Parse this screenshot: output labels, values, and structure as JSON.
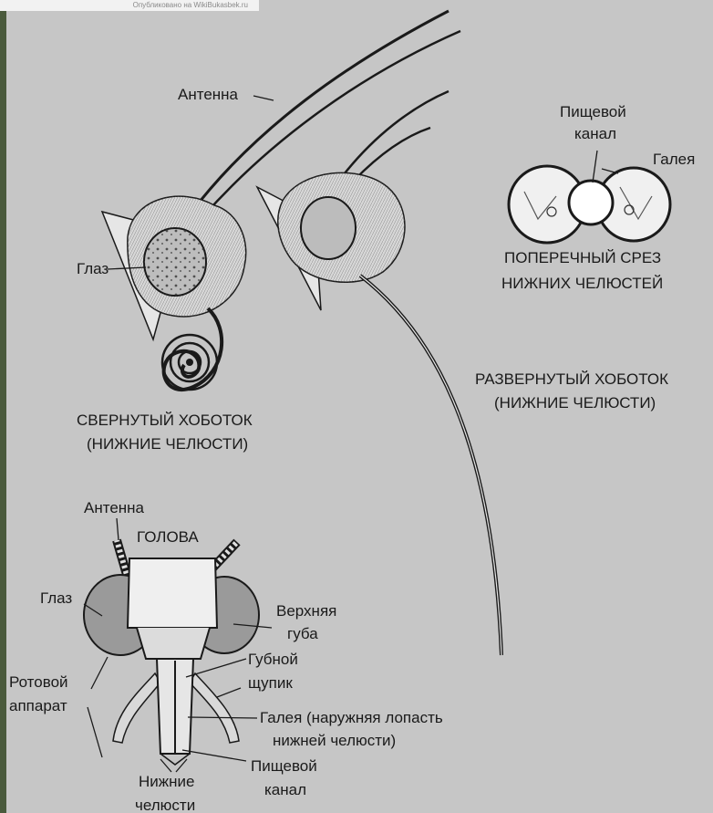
{
  "watermark": {
    "text": "Опубликовано на WikiBukasbek.ru"
  },
  "top_labels": {
    "antenna": "Антенна",
    "eye": "Глаз",
    "food_canal": "Пищевой",
    "food_canal2": "канал",
    "galea": "Галея",
    "cross_section_1": "ПОПЕРЕЧНЫЙ СРЕЗ",
    "cross_section_2": "НИЖНИХ ЧЕЛЮСТЕЙ",
    "coiled_1": "СВЕРНУТЫЙ ХОБОТОК",
    "coiled_2": "(НИЖНИЕ ЧЕЛЮСТИ)",
    "extended_1": "РАЗВЕРНУТЫЙ ХОБОТОК",
    "extended_2": "(НИЖНИЕ ЧЕЛЮСТИ)"
  },
  "head_labels": {
    "antenna": "Антенна",
    "head": "ГОЛОВА",
    "eye": "Глаз",
    "upper_lip_1": "Верхняя",
    "upper_lip_2": "губа",
    "mouth_1": "Ротовой",
    "mouth_2": "аппарат",
    "palp_1": "Губной",
    "palp_2": "щупик",
    "galea_1": "Галея (наружняя лопасть",
    "galea_2": "нижней челюсти)",
    "canal_1": "Пищевой",
    "canal_2": "канал",
    "lower_jaws_1": "Нижние",
    "lower_jaws_2": "челюсти"
  },
  "colors": {
    "background": "#c6c6c6",
    "ink": "#1a1a1a",
    "eye_fill": "#9a9a9a",
    "light_fill": "#e8e8e8"
  }
}
